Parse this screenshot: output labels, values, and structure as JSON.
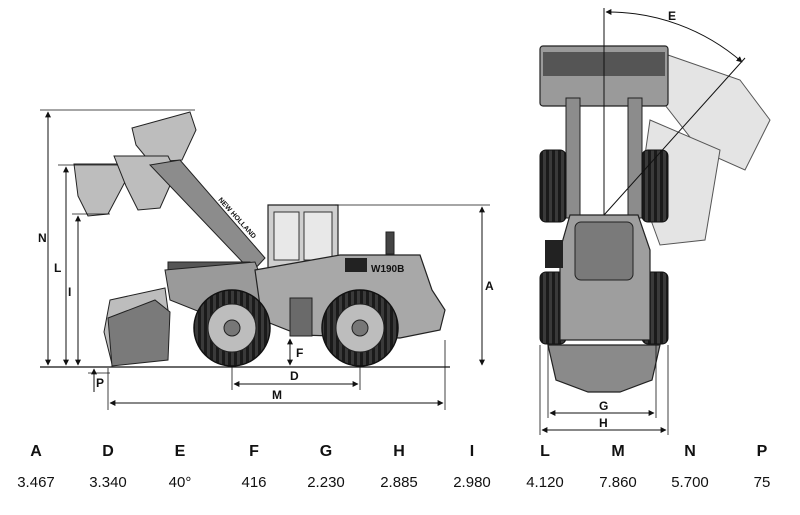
{
  "diagram": {
    "dimension_letters": [
      "A",
      "D",
      "E",
      "F",
      "G",
      "H",
      "I",
      "L",
      "M",
      "N",
      "P"
    ],
    "model_label": "W190B",
    "brand_label": "NEW HOLLAND"
  },
  "specs": [
    {
      "key": "A",
      "value": "3.467"
    },
    {
      "key": "D",
      "value": "3.340"
    },
    {
      "key": "E",
      "value": "40°"
    },
    {
      "key": "F",
      "value": "416"
    },
    {
      "key": "G",
      "value": "2.230"
    },
    {
      "key": "H",
      "value": "2.885"
    },
    {
      "key": "I",
      "value": "2.980"
    },
    {
      "key": "L",
      "value": "4.120"
    },
    {
      "key": "M",
      "value": "7.860"
    },
    {
      "key": "N",
      "value": "5.700"
    },
    {
      "key": "P",
      "value": "75"
    }
  ]
}
